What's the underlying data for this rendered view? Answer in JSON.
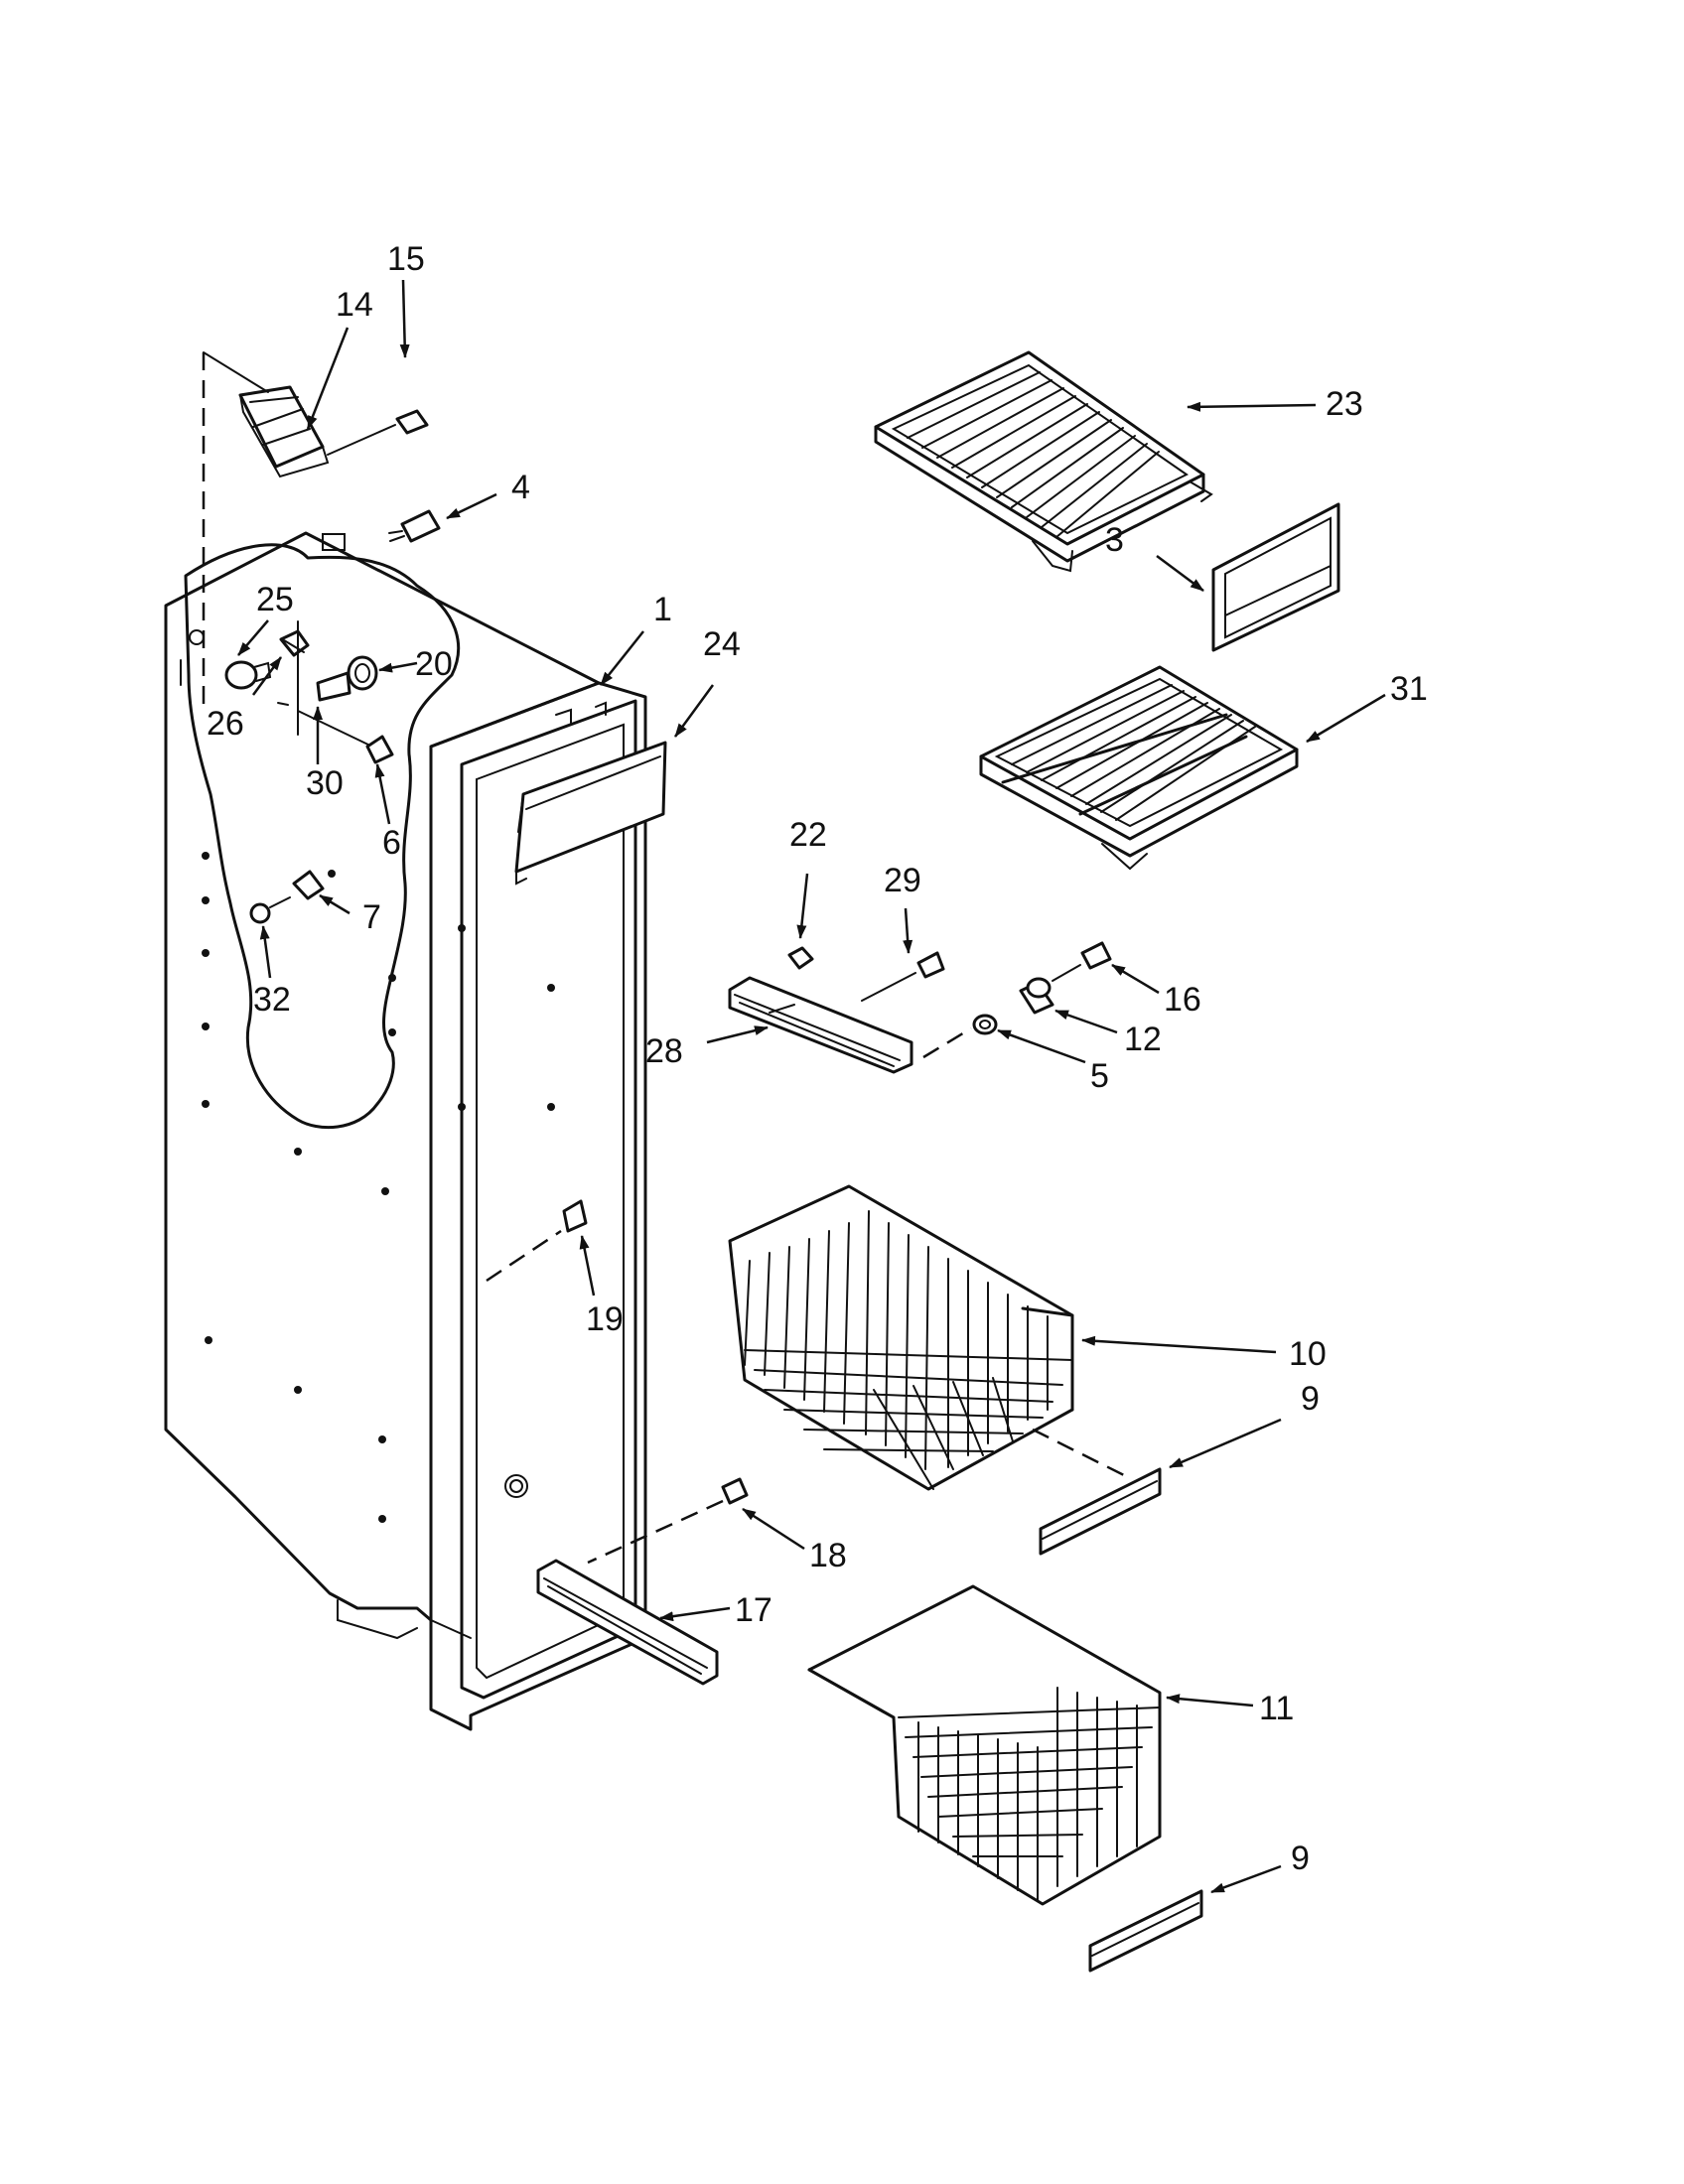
{
  "diagram": {
    "type": "exploded-parts-view",
    "callouts": [
      {
        "id": "c1",
        "label": "1"
      },
      {
        "id": "c3",
        "label": "3"
      },
      {
        "id": "c4",
        "label": "4"
      },
      {
        "id": "c5",
        "label": "5"
      },
      {
        "id": "c6",
        "label": "6"
      },
      {
        "id": "c7",
        "label": "7"
      },
      {
        "id": "c9a",
        "label": "9"
      },
      {
        "id": "c9b",
        "label": "9"
      },
      {
        "id": "c10",
        "label": "10"
      },
      {
        "id": "c11",
        "label": "11"
      },
      {
        "id": "c12",
        "label": "12"
      },
      {
        "id": "c14",
        "label": "14"
      },
      {
        "id": "c15",
        "label": "15"
      },
      {
        "id": "c16",
        "label": "16"
      },
      {
        "id": "c17",
        "label": "17"
      },
      {
        "id": "c18",
        "label": "18"
      },
      {
        "id": "c19",
        "label": "19"
      },
      {
        "id": "c20",
        "label": "20"
      },
      {
        "id": "c22",
        "label": "22"
      },
      {
        "id": "c23",
        "label": "23"
      },
      {
        "id": "c24",
        "label": "24"
      },
      {
        "id": "c25",
        "label": "25"
      },
      {
        "id": "c26",
        "label": "26"
      },
      {
        "id": "c28",
        "label": "28"
      },
      {
        "id": "c29",
        "label": "29"
      },
      {
        "id": "c30",
        "label": "30"
      },
      {
        "id": "c31",
        "label": "31"
      },
      {
        "id": "c32",
        "label": "32"
      }
    ],
    "line_color": "#111111",
    "background_color": "#ffffff"
  }
}
